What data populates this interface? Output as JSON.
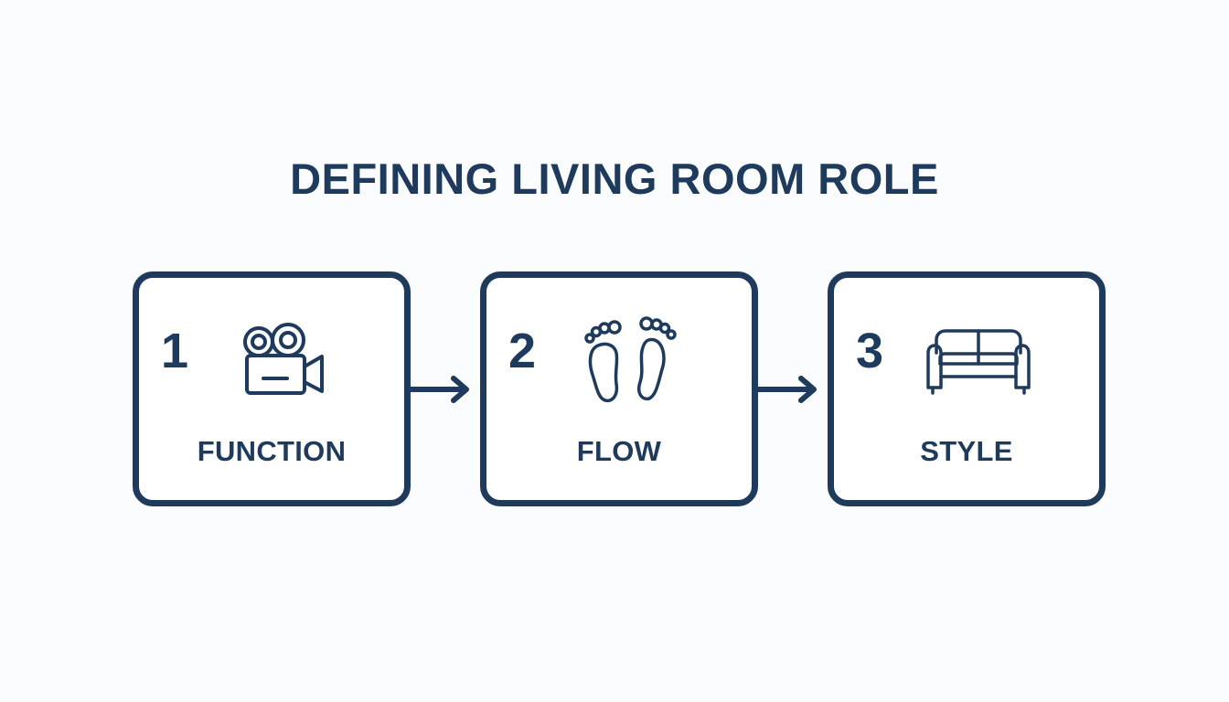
{
  "title": "DEFINING LIVING ROOM ROLE",
  "steps": [
    {
      "number": "1",
      "label": "FUNCTION",
      "icon": "movie-camera-icon"
    },
    {
      "number": "2",
      "label": "FLOW",
      "icon": "footprints-icon"
    },
    {
      "number": "3",
      "label": "STYLE",
      "icon": "sofa-icon"
    }
  ],
  "colors": {
    "primary": "#1e3a5c",
    "background": "#fbfcfd",
    "box_fill": "#ffffff"
  }
}
